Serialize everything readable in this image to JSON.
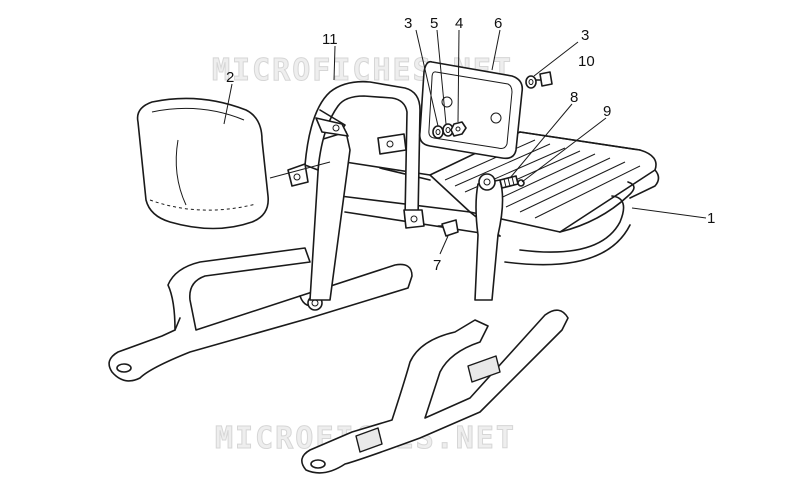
{
  "watermark": {
    "top": "MICROFICHES.NET",
    "bottom": "MICROFICHES.NET"
  },
  "callouts": [
    {
      "id": "callout-1",
      "label": "1"
    },
    {
      "id": "callout-2",
      "label": "2"
    },
    {
      "id": "callout-3a",
      "label": "3"
    },
    {
      "id": "callout-3b",
      "label": "3"
    },
    {
      "id": "callout-4",
      "label": "4"
    },
    {
      "id": "callout-5",
      "label": "5"
    },
    {
      "id": "callout-6",
      "label": "6"
    },
    {
      "id": "callout-7",
      "label": "7"
    },
    {
      "id": "callout-8",
      "label": "8"
    },
    {
      "id": "callout-9",
      "label": "9"
    },
    {
      "id": "callout-10",
      "label": "10"
    },
    {
      "id": "callout-11",
      "label": "11"
    }
  ]
}
